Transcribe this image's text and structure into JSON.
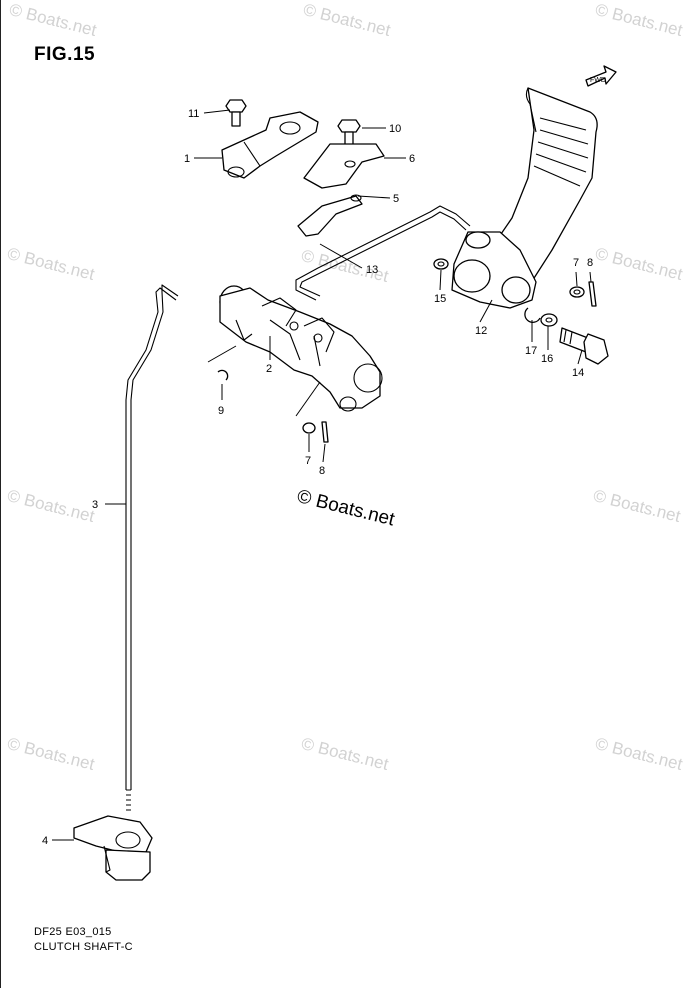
{
  "figure": {
    "title": "FIG.15"
  },
  "footer": {
    "model": "DF25 E03_015",
    "caption": "CLUTCH SHAFT-C"
  },
  "watermark": {
    "text": "© Boats.net"
  },
  "direction_tag": "FWD",
  "callouts": [
    "1",
    "2",
    "3",
    "4",
    "5",
    "6",
    "7",
    "8",
    "9",
    "10",
    "11",
    "12",
    "13",
    "14",
    "15",
    "16",
    "17",
    "7",
    "8"
  ]
}
